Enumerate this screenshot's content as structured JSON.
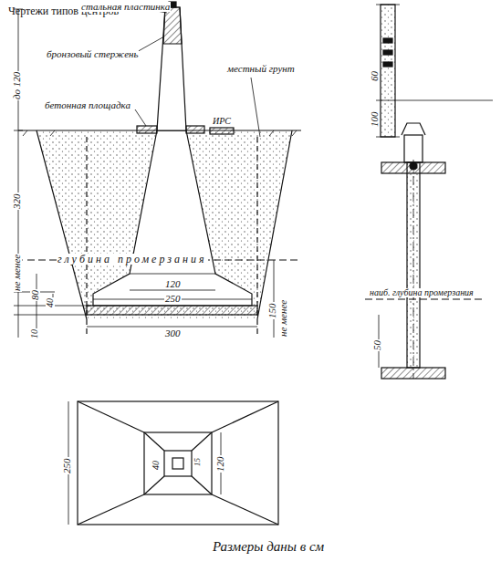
{
  "diagram": {
    "title": "Чертежи типов центров",
    "caption": "Размеры даны в см",
    "labels": [
      "стальная пластинка",
      "бронзовый стержень",
      "бетонная площадка",
      "местный грунт",
      "ИРС",
      "до 120",
      "320",
      "глубина промерзания",
      "не менее",
      "80",
      "40",
      "10",
      "120",
      "250",
      "300",
      "150",
      "не менее",
      "60",
      "100",
      "наиб. глубина промерзания",
      "50",
      "250",
      "40",
      "120",
      "15"
    ]
  }
}
